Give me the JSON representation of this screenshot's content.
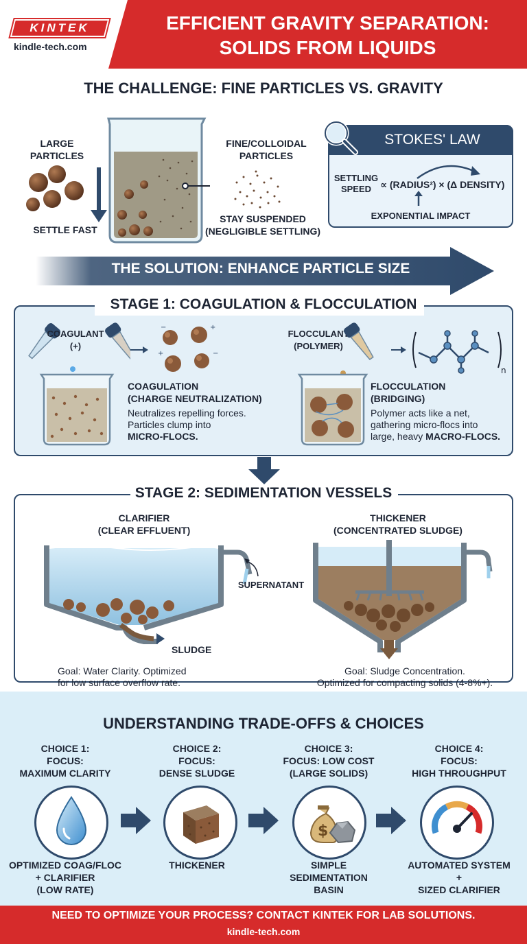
{
  "brand": {
    "logo_text": "KINTEK",
    "url": "kindle-tech.com",
    "color": "#d62b2b"
  },
  "header": {
    "title_line1": "EFFICIENT GRAVITY SEPARATION:",
    "title_line2": "SOLIDS FROM LIQUIDS"
  },
  "challenge": {
    "title": "THE CHALLENGE: FINE PARTICLES VS. GRAVITY",
    "large_label": "LARGE\nPARTICLES",
    "large_note": "SETTLE FAST",
    "fine_label": "FINE/COLLOIDAL\nPARTICLES",
    "fine_note": "STAY SUSPENDED\n(NEGLIGIBLE SETTLING)"
  },
  "stokes": {
    "title": "STOKES' LAW",
    "speed_label": "SETTLING\nSPEED",
    "formula": "∝ (RADIUS²) × (Δ DENSITY)",
    "impact": "EXPONENTIAL IMPACT",
    "icon": "magnifier-icon"
  },
  "solution": {
    "title": "THE SOLUTION: ENHANCE PARTICLE SIZE",
    "color": "#2f4a6b"
  },
  "stage1": {
    "title": "STAGE 1: COAGULATION & FLOCCULATION",
    "coagulant_label": "COAGULANT\n(+)",
    "coagulation_title": "COAGULATION\n(CHARGE NEUTRALIZATION)",
    "coagulation_desc_1": "Neutralizes repelling forces.",
    "coagulation_desc_2": "Particles clump into",
    "coagulation_desc_bold": "MICRO-FLOCS.",
    "flocculant_label": "FLOCCULANT\n(POLYMER)",
    "flocculation_title": "FLOCCULATION\n(BRIDGING)",
    "flocculation_desc_1": "Polymer acts like a net,",
    "flocculation_desc_2": "gathering micro-flocs into",
    "flocculation_desc_3": "large, heavy ",
    "flocculation_desc_bold": "MACRO-FLOCS.",
    "polymer_subscript": "n"
  },
  "stage2": {
    "title": "STAGE 2: SEDIMENTATION VESSELS",
    "clarifier_title": "CLARIFIER\n(CLEAR EFFLUENT)",
    "supernatant_label": "SUPERNATANT",
    "sludge_label": "SLUDGE",
    "clarifier_goal": "Goal: Water Clarity. Optimized\nfor low surface overflow rate.",
    "thickener_title": "THICKENER\n(CONCENTRATED SLUDGE)",
    "thickener_goal": "Goal: Sludge Concentration.\nOptimized for compacting solids (4-8%+)."
  },
  "tradeoffs": {
    "title": "UNDERSTANDING TRADE-OFFS & CHOICES",
    "choices": [
      {
        "title": "CHOICE 1:\nFOCUS:\nMAXIMUM CLARITY",
        "desc": "OPTIMIZED COAG/FLOC\n+ CLARIFIER\n(LOW RATE)",
        "icon": "water-drop-icon"
      },
      {
        "title": "CHOICE 2:\nFOCUS:\nDENSE SLUDGE",
        "desc": "THICKENER",
        "icon": "sludge-cube-icon"
      },
      {
        "title": "CHOICE 3:\nFOCUS: LOW COST\n(LARGE SOLIDS)",
        "desc": "SIMPLE\nSEDIMENTATION\nBASIN",
        "icon": "money-bag-icon"
      },
      {
        "title": "CHOICE 4:\nFOCUS:\nHIGH THROUGHPUT",
        "desc": "AUTOMATED SYSTEM\n+\nSIZED CLARIFIER",
        "icon": "gauge-icon"
      }
    ],
    "money_symbol": "$"
  },
  "footer": {
    "cta": "NEED TO OPTIMIZE YOUR PROCESS? CONTACT KINTEK FOR LAB SOLUTIONS.",
    "url": "kindle-tech.com"
  }
}
